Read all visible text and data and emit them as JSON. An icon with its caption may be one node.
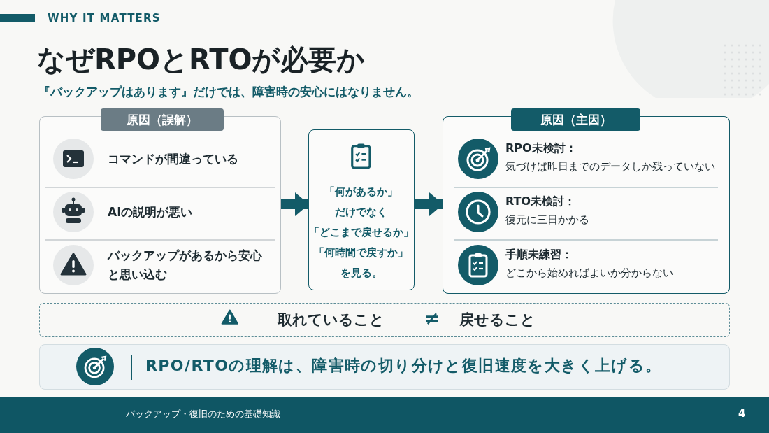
{
  "diagram": {
    "title": "なぜRPOとRTOが必要か",
    "nodes": [
      {
        "text": [
          "原因（誤解）",
          "コマンドが間違っている",
          "AIの説明が悪い",
          "バックアップがあるから安心と思い込む"
        ]
      },
      {
        "text": [
          "「何があるか」だけでなく「どこまで戻せるか」「何時間で戻すか」を見る。"
        ]
      },
      {
        "text": [
          "原因（主因）",
          "RPO未検討：",
          "気づけば昨日までのデータしか残っていない",
          "RTO未検討：",
          "復元に三日かかる",
          "手順未練習：",
          "どこから始めればよいか分からない"
        ]
      },
      {
        "text": [
          "取れていること",
          "≠",
          "戻せること"
        ]
      },
      {
        "text": [
          "RPO/RTOの理解は、障害時の切り分けと復旧速度を大きく上げる。"
        ]
      }
    ],
    "edges": [
      {
        "from": 0,
        "to": 1,
        "arrow": "to"
      },
      {
        "from": 1,
        "to": 2,
        "arrow": "to"
      }
    ],
    "labels": [
      "WHY IT MATTERS",
      "『バックアップはあります』だけでは、障害時の安心にはなりません。",
      "バックアップ・復旧のための基礎知識",
      "4"
    ]
  }
}
